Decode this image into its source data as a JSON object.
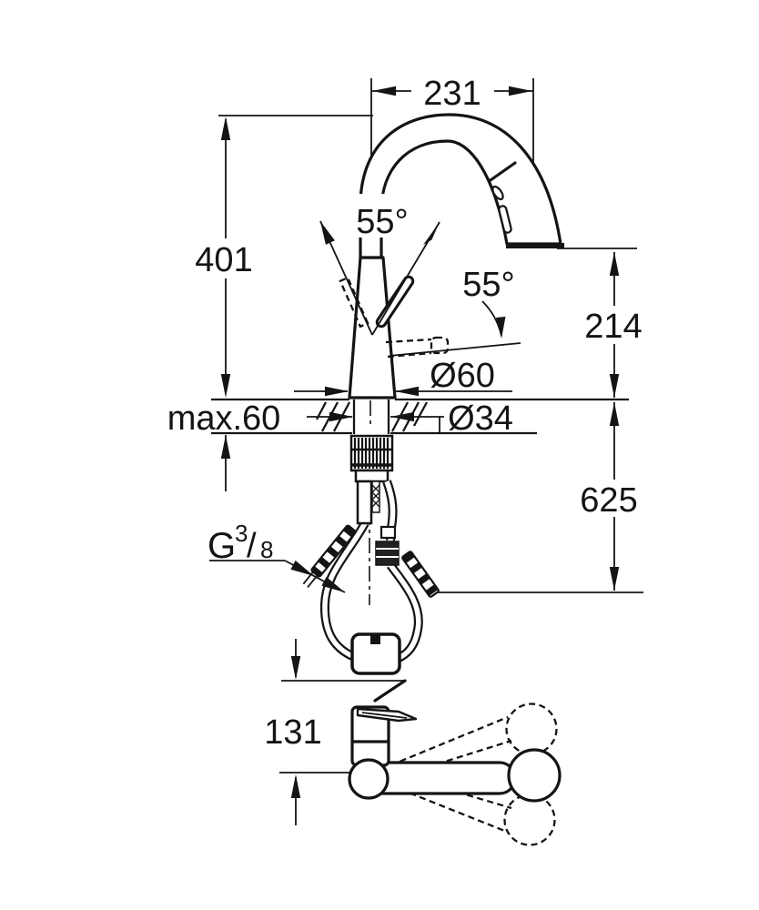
{
  "drawing": {
    "title_semantic": "faucet-dimension-diagram",
    "colors": {
      "line": "#141414",
      "background": "#ffffff"
    },
    "labels": {
      "spout_width": "231",
      "spout_height": "401",
      "lever_swivel_angle": "55°",
      "lever_tilt_angle": "55°",
      "outlet_height": "214",
      "base_diameter": "Ø60",
      "max_counter_thickness": "max.60",
      "shank_diameter": "Ø34",
      "hose_length": "625",
      "thread_letter": "G",
      "thread_numerator": "3",
      "thread_slash": "/",
      "thread_denominator": "8",
      "spout_reach": "131"
    }
  }
}
